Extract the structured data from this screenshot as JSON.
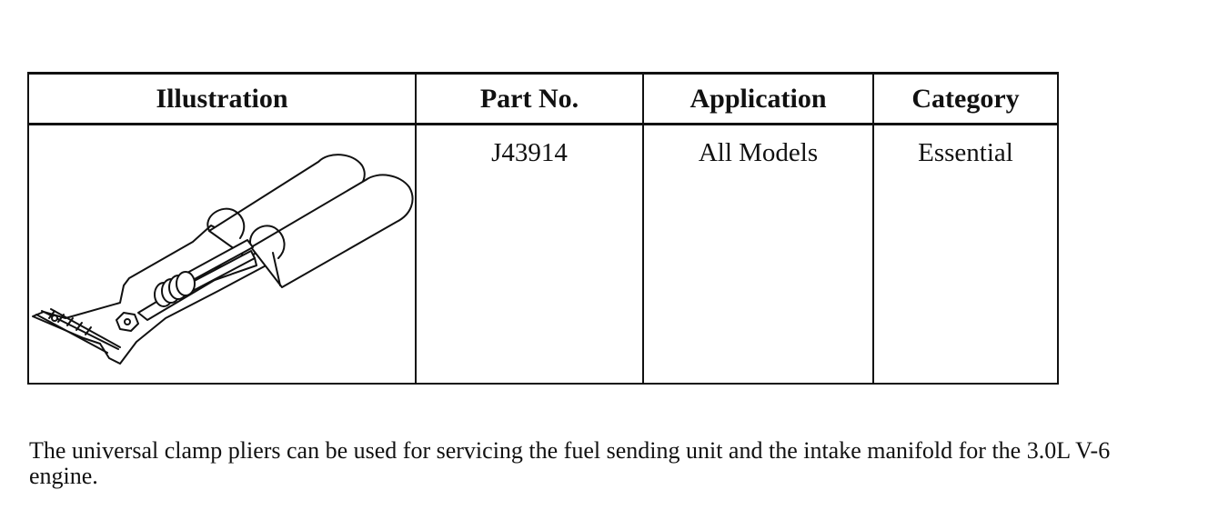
{
  "table": {
    "headers": {
      "illustration": "Illustration",
      "part_no": "Part No.",
      "application": "Application",
      "category": "Category"
    },
    "rows": [
      {
        "illustration_icon": "clamp-pliers-icon",
        "part_no": "J43914",
        "application": "All Models",
        "category": "Essential"
      }
    ]
  },
  "description": "The universal clamp pliers can be used for servicing the fuel sending unit and the intake manifold for the 3.0L V-6 engine."
}
